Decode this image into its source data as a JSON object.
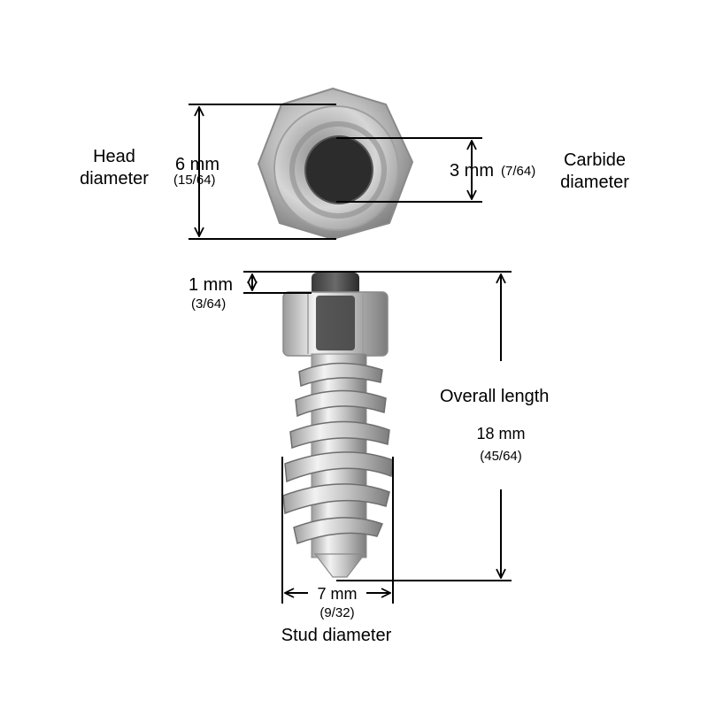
{
  "labels": {
    "head": {
      "line1": "Head",
      "line2": "diameter",
      "metric": "6 mm",
      "imperial": "(15/64)"
    },
    "carbide": {
      "line1": "Carbide",
      "line2": "diameter",
      "metric": "3 mm",
      "imperial": "(7/64)"
    },
    "protrusion": {
      "metric": "1 mm",
      "imperial": "(3/64)"
    },
    "overall": {
      "title": "Overall length",
      "metric": "18 mm",
      "imperial": "(45/64)"
    },
    "stud": {
      "metric": "7 mm",
      "imperial": "(9/32)",
      "title": "Stud diameter"
    }
  },
  "colors": {
    "background": "#ffffff",
    "ink": "#000000",
    "steel_light": "#e8e8e8",
    "steel_mid": "#b4b4b4",
    "steel_dark": "#6e6e6e",
    "carbide": "#2c2c2c"
  }
}
